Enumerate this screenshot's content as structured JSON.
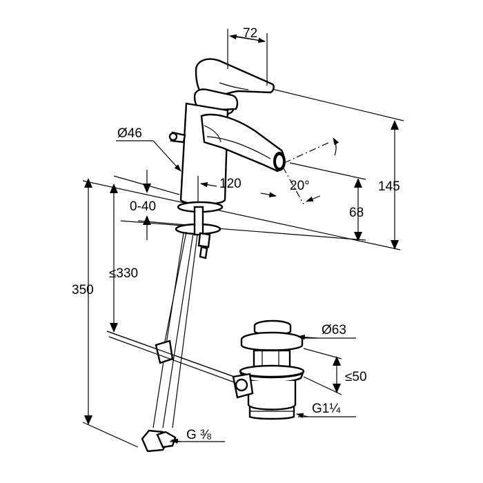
{
  "dimensions": {
    "handle_length": "72",
    "body_diameter": "Ø46",
    "spout_reach": "120",
    "spout_angle": "20°",
    "outlet_height": "68",
    "total_height": "145",
    "deck_thickness": "0-40",
    "hose_length_max": "≤330",
    "hose_length": "350",
    "waste_diameter": "Ø63",
    "waste_stroke": "≤50",
    "waste_thread": "G1¼",
    "hose_thread": "G ⅜"
  }
}
